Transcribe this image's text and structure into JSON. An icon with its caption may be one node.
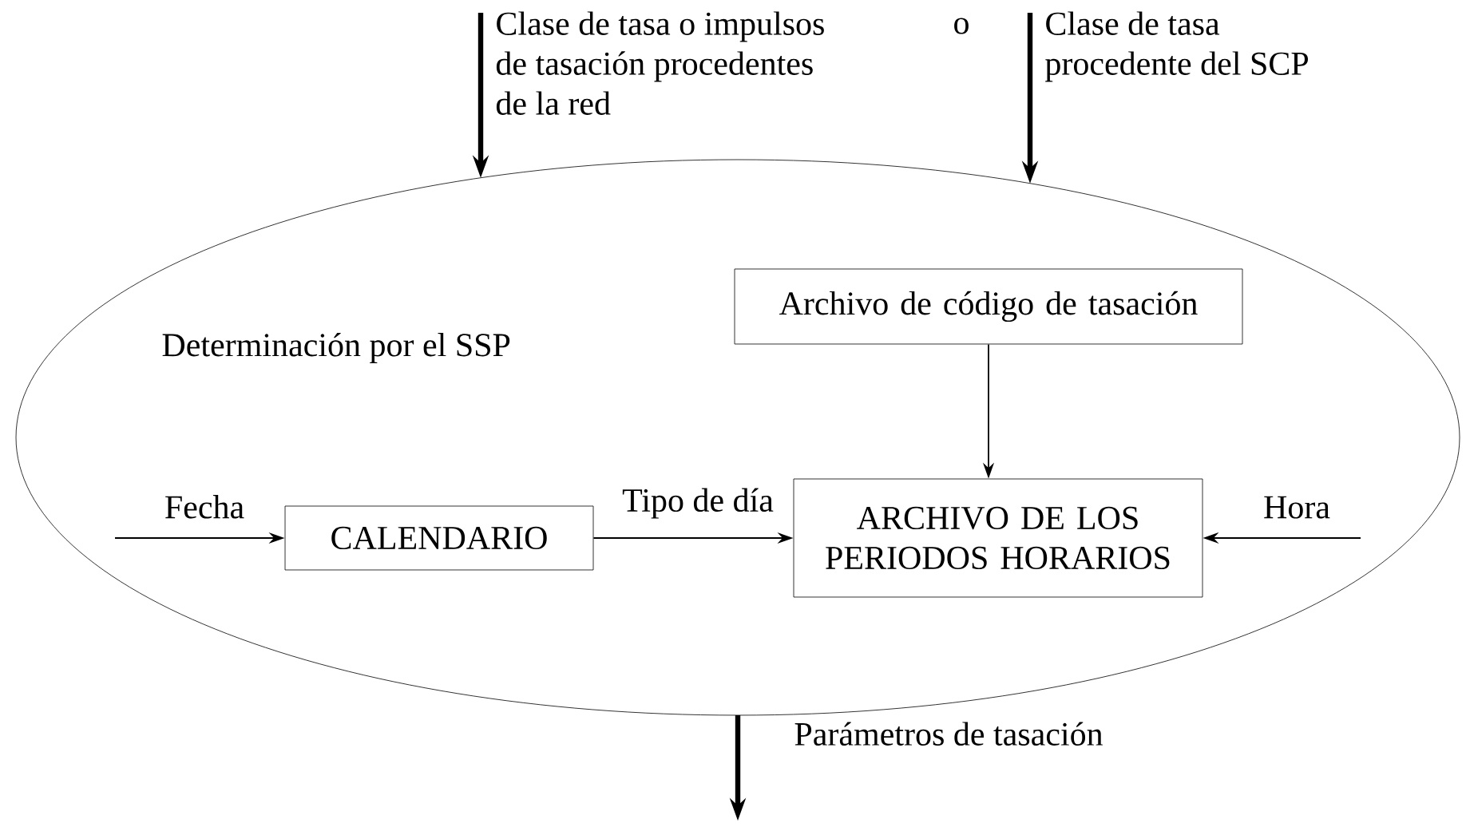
{
  "diagram": {
    "nodes": [
      {
        "text": [
          "Determinación por el SSP"
        ]
      },
      {
        "text": [
          "Archivo de código de tasación"
        ],
        "in": 0
      },
      {
        "text": [
          "CALENDARIO"
        ],
        "in": 0
      },
      {
        "text": [
          "ARCHIVO DE LOS PERIODOS HORARIOS"
        ],
        "in": 0
      }
    ],
    "edges": [
      {
        "from": null,
        "to": 0,
        "arrow": "to",
        "label": "Clase de tasa o impulsos de tasación procedentes de la red",
        "style": "thick"
      },
      {
        "from": null,
        "to": 0,
        "arrow": "to",
        "label": "Clase de tasa procedente del SCP",
        "style": "thick"
      },
      {
        "from": 0,
        "to": null,
        "arrow": "to",
        "label": "Parámetros de tasación",
        "style": "thick"
      },
      {
        "from": null,
        "to": 2,
        "arrow": "to",
        "label": "Fecha"
      },
      {
        "from": 2,
        "to": 3,
        "arrow": "to",
        "label": "Tipo de día"
      },
      {
        "from": 1,
        "to": 3,
        "arrow": "to"
      },
      {
        "from": null,
        "to": 3,
        "arrow": "to",
        "label": "Hora"
      }
    ],
    "labels": [
      "o"
    ]
  }
}
